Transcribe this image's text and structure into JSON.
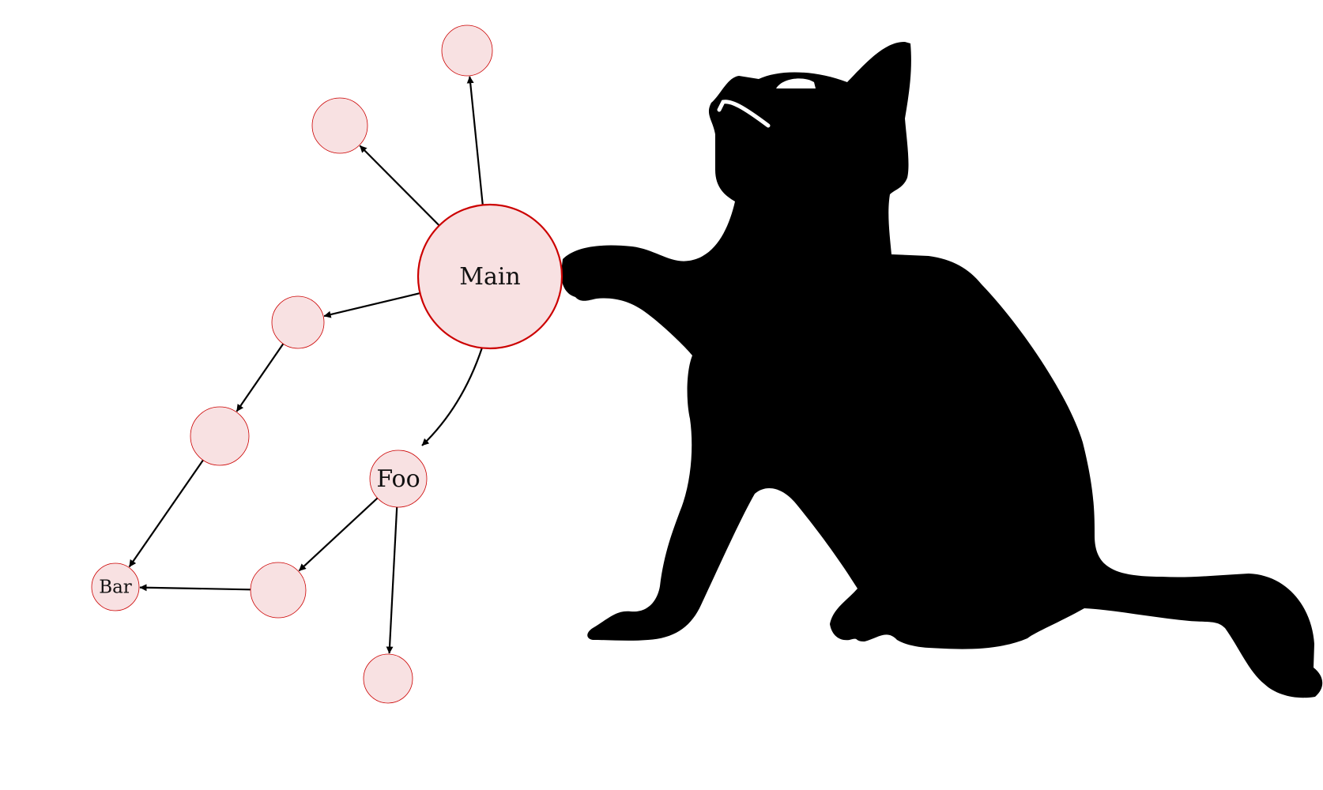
{
  "diagram": {
    "colors": {
      "node_fill": "#f8e1e2",
      "node_stroke": "#cc0000",
      "edge": "#000000",
      "cat": "#000000",
      "cat_eye": "#ffffff"
    },
    "nodes": [
      {
        "id": "main",
        "label": "Main",
        "emphasis": true
      },
      {
        "id": "top",
        "label": ""
      },
      {
        "id": "upper-left",
        "label": ""
      },
      {
        "id": "left",
        "label": ""
      },
      {
        "id": "mid-left",
        "label": ""
      },
      {
        "id": "bar",
        "label": "Bar"
      },
      {
        "id": "foo",
        "label": "Foo"
      },
      {
        "id": "below-foo-left",
        "label": ""
      },
      {
        "id": "below-foo",
        "label": ""
      }
    ],
    "edges": [
      {
        "from": "main",
        "to": "top"
      },
      {
        "from": "main",
        "to": "upper-left"
      },
      {
        "from": "main",
        "to": "left"
      },
      {
        "from": "left",
        "to": "mid-left"
      },
      {
        "from": "mid-left",
        "to": "bar"
      },
      {
        "from": "main",
        "to": "foo",
        "curved": true
      },
      {
        "from": "foo",
        "to": "below-foo-left"
      },
      {
        "from": "foo",
        "to": "below-foo"
      },
      {
        "from": "below-foo-left",
        "to": "bar"
      }
    ],
    "decoration": {
      "icon": "cat-silhouette-icon"
    }
  }
}
